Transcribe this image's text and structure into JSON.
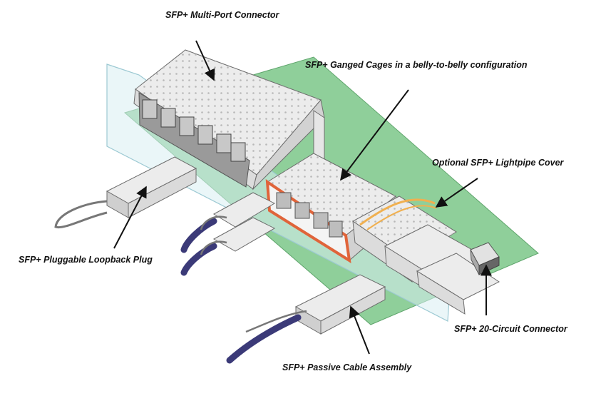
{
  "labels": {
    "multiport": "SFP+ Multi-Port Connector",
    "ganged": "SFP+ Ganged Cages in a belly-to-belly configuration",
    "lightpipe": "Optional SFP+ Lightpipe Cover",
    "loopback": "SFP+ Pluggable Loopback Plug",
    "circuit20": "SFP+ 20-Circuit  Connector",
    "passive": "SFP+ Passive Cable Assembly"
  },
  "colors": {
    "pcb": "#8fcf9a",
    "panel": "#d9eef2",
    "panel_edge": "#9cc9d3",
    "cage": "#ececec",
    "cage_outline": "#6c6c6c",
    "highlight": "#e0643a",
    "cable": "#3b3a78",
    "lightpipe": "#f0b050"
  }
}
